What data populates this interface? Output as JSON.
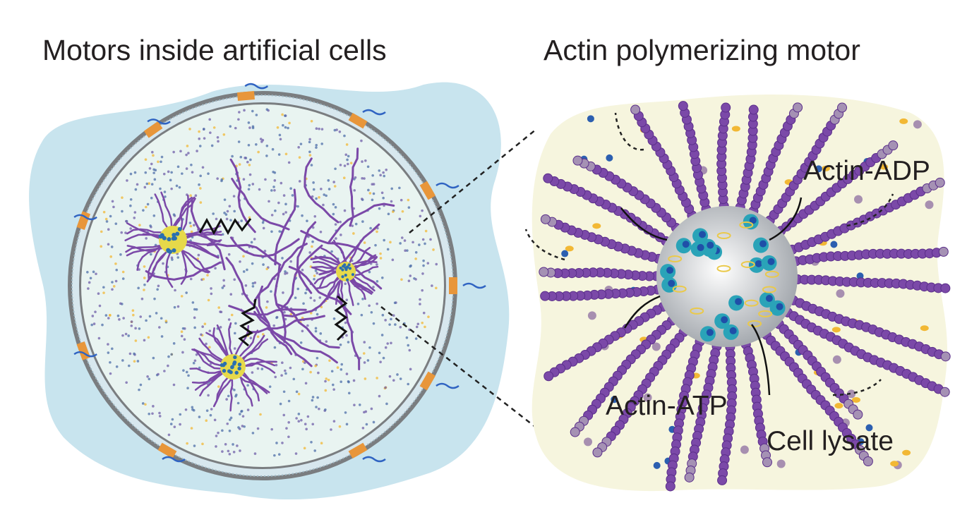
{
  "left_panel": {
    "title": "Motors inside artificial cells"
  },
  "right_panel": {
    "title": "Actin polymerizing motor",
    "labels": {
      "actin_adp": "Actin-ADP",
      "actin_atp": "Actin-ATP",
      "cell_lysate": "Cell lysate"
    }
  },
  "colors": {
    "outer_medium": "#c8e4ee",
    "cell_interior": "#e9f4f1",
    "membrane": "#7a7d80",
    "actin": "#7b49a8",
    "lysate": "#f6f5de",
    "bead": "#b9bdc2",
    "motor_protein": "#2aa3b8",
    "atp": "#f2b834"
  }
}
